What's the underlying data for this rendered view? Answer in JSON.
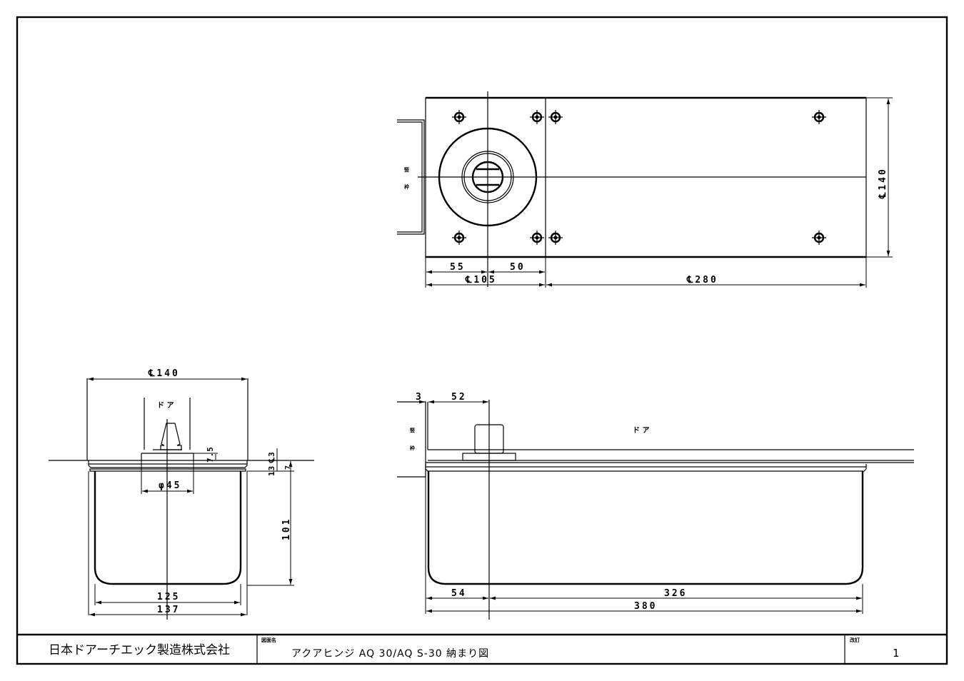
{
  "title_block": {
    "company": "日本ドアーチエック製造株式会社",
    "drawing_name_label": "図面名",
    "drawing_name": "アクアヒンジ AQ 30/AQ S-30 納まり図",
    "revision_label": "改訂",
    "revision": "1"
  },
  "top_view": {
    "frame_label": [
      "竪",
      "枠"
    ],
    "dims": {
      "d55": "55",
      "d50": "50",
      "d105": "℄105",
      "d280": "℄280",
      "d140": "℄140"
    }
  },
  "side_view": {
    "door_label": "ド ア",
    "dims": {
      "d140": "℄140",
      "d75": "7.5",
      "phi45": "φ45",
      "d13": "13",
      "d3": "℄3",
      "d7": "7",
      "d101": "101",
      "d125": "125",
      "d137": "137"
    }
  },
  "front_view": {
    "frame_label": [
      "竪",
      "枠"
    ],
    "door_label": "ド ア",
    "dims": {
      "d3": "3",
      "d52": "52",
      "d54": "54",
      "d326": "326",
      "d380": "380"
    }
  }
}
